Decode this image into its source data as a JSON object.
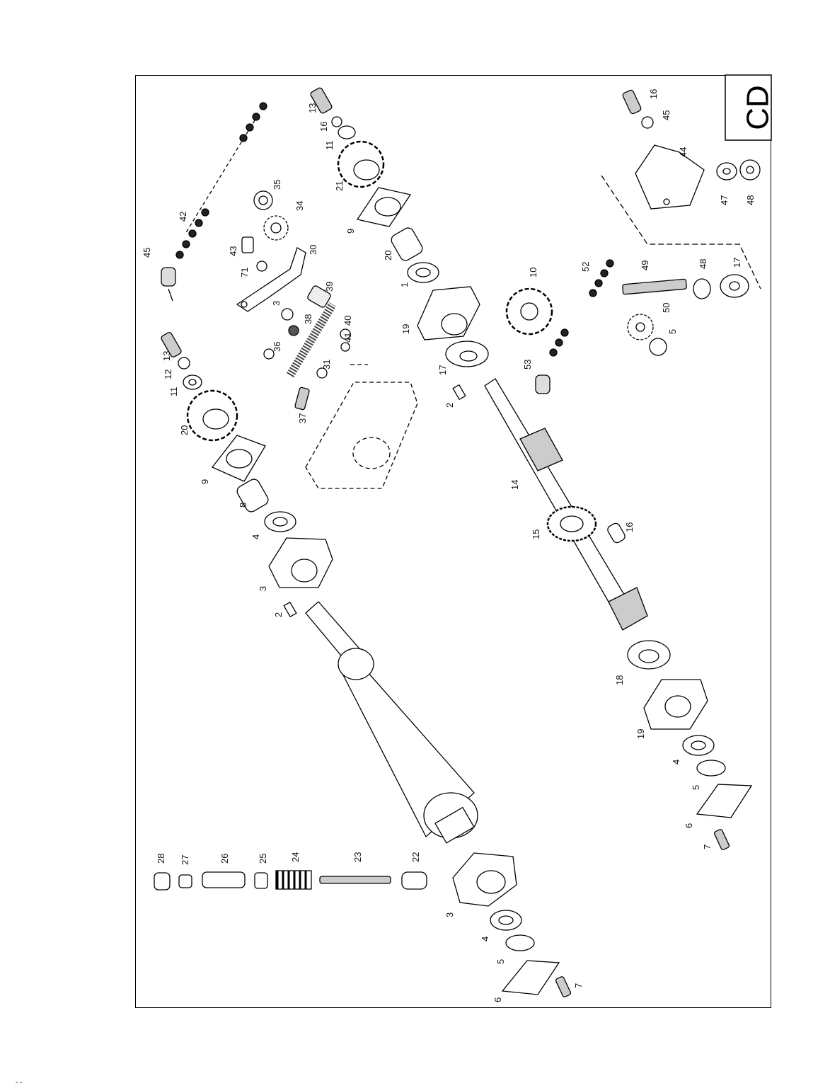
{
  "page": {
    "section_code": "CD",
    "footer_mark": "- -"
  },
  "callouts": [
    {
      "id": "c45a",
      "text": "45"
    },
    {
      "id": "c42",
      "text": "42"
    },
    {
      "id": "c43",
      "text": "43"
    },
    {
      "id": "c71",
      "text": "71"
    },
    {
      "id": "c30",
      "text": "30"
    },
    {
      "id": "c35",
      "text": "35"
    },
    {
      "id": "c34",
      "text": "34"
    },
    {
      "id": "c3a",
      "text": "3"
    },
    {
      "id": "c39",
      "text": "39"
    },
    {
      "id": "c36",
      "text": "36"
    },
    {
      "id": "c38",
      "text": "38"
    },
    {
      "id": "c40",
      "text": "40"
    },
    {
      "id": "c41",
      "text": "41"
    },
    {
      "id": "c31",
      "text": "31"
    },
    {
      "id": "c37",
      "text": "37"
    },
    {
      "id": "c13a",
      "text": "13"
    },
    {
      "id": "c12",
      "text": "12"
    },
    {
      "id": "c11",
      "text": "11"
    },
    {
      "id": "c20a",
      "text": "20"
    },
    {
      "id": "c9a",
      "text": "9"
    },
    {
      "id": "c8",
      "text": "8"
    },
    {
      "id": "c4a",
      "text": "4"
    },
    {
      "id": "c3b",
      "text": "3"
    },
    {
      "id": "c2a",
      "text": "2"
    },
    {
      "id": "c13b",
      "text": "13"
    },
    {
      "id": "c16a",
      "text": "16"
    },
    {
      "id": "c11b",
      "text": "11"
    },
    {
      "id": "c21",
      "text": "21"
    },
    {
      "id": "c9b",
      "text": "9"
    },
    {
      "id": "c20b",
      "text": "20"
    },
    {
      "id": "c1",
      "text": "1"
    },
    {
      "id": "c19a",
      "text": "19"
    },
    {
      "id": "c17a",
      "text": "17"
    },
    {
      "id": "c2b",
      "text": "2"
    },
    {
      "id": "c10",
      "text": "10"
    },
    {
      "id": "c52",
      "text": "52"
    },
    {
      "id": "c53",
      "text": "53"
    },
    {
      "id": "c49",
      "text": "49"
    },
    {
      "id": "c48a",
      "text": "48"
    },
    {
      "id": "c17b",
      "text": "17"
    },
    {
      "id": "c50",
      "text": "50"
    },
    {
      "id": "c5a",
      "text": "5"
    },
    {
      "id": "c14",
      "text": "14"
    },
    {
      "id": "c15",
      "text": "15"
    },
    {
      "id": "c16b",
      "text": "16"
    },
    {
      "id": "c18",
      "text": "18"
    },
    {
      "id": "c19b",
      "text": "19"
    },
    {
      "id": "c4b",
      "text": "4"
    },
    {
      "id": "c5b",
      "text": "5"
    },
    {
      "id": "c6a",
      "text": "6"
    },
    {
      "id": "c7a",
      "text": "7"
    },
    {
      "id": "c16c",
      "text": "16"
    },
    {
      "id": "c45b",
      "text": "45"
    },
    {
      "id": "c44",
      "text": "44"
    },
    {
      "id": "c47",
      "text": "47"
    },
    {
      "id": "c48b",
      "text": "48"
    },
    {
      "id": "c28",
      "text": "28"
    },
    {
      "id": "c27",
      "text": "27"
    },
    {
      "id": "c26",
      "text": "26"
    },
    {
      "id": "c25",
      "text": "25"
    },
    {
      "id": "c24",
      "text": "24"
    },
    {
      "id": "c23",
      "text": "23"
    },
    {
      "id": "c22",
      "text": "22"
    },
    {
      "id": "c3c",
      "text": "3"
    },
    {
      "id": "c4c",
      "text": "4"
    },
    {
      "id": "c5c",
      "text": "5"
    },
    {
      "id": "c6b",
      "text": "6"
    },
    {
      "id": "c7b",
      "text": "7"
    }
  ]
}
